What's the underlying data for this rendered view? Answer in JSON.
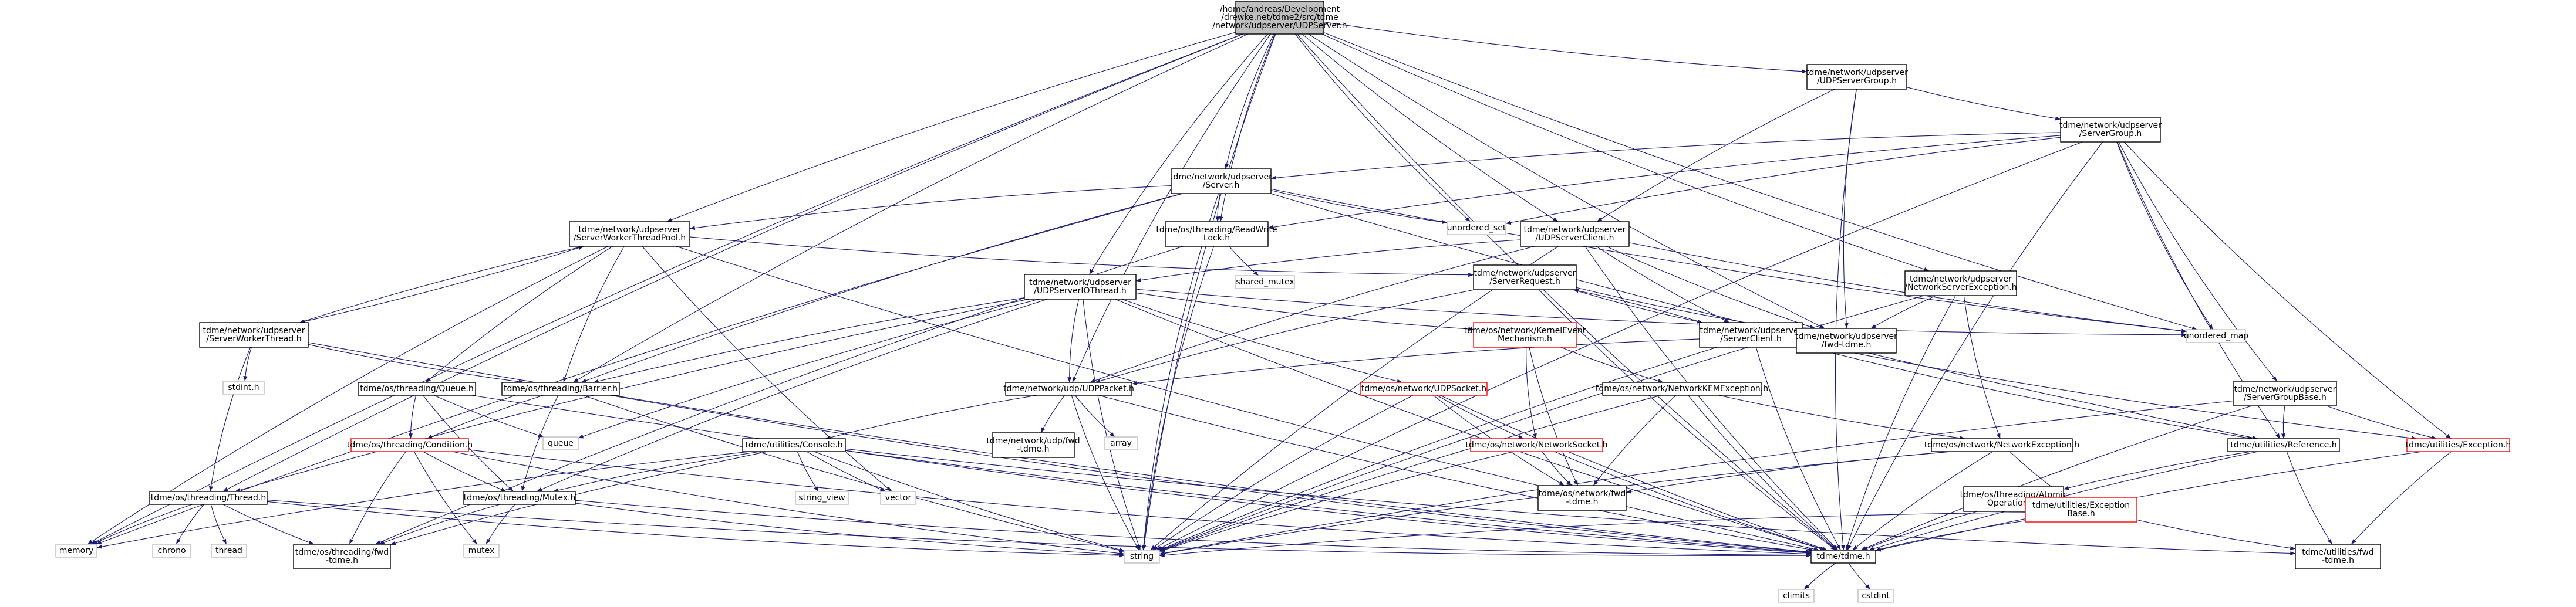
{
  "nodes": [
    {
      "id": "root",
      "lines": [
        "/home/andreas/Development",
        "/drewke.net/tdme2/src/tdme",
        "/network/udpserver/UDPServer.h"
      ],
      "kind": "root"
    },
    {
      "id": "udpservergroup",
      "lines": [
        "tdme/network/udpserver",
        "/UDPServerGroup.h"
      ],
      "kind": "normal"
    },
    {
      "id": "servergroup",
      "lines": [
        "tdme/network/udpserver",
        "/ServerGroup.h"
      ],
      "kind": "normal"
    },
    {
      "id": "server",
      "lines": [
        "tdme/network/udpserver",
        "/Server.h"
      ],
      "kind": "normal"
    },
    {
      "id": "workerpool",
      "lines": [
        "tdme/network/udpserver",
        "/ServerWorkerThreadPool.h"
      ],
      "kind": "normal"
    },
    {
      "id": "rwlock",
      "lines": [
        "tdme/os/threading/ReadWrite",
        "Lock.h"
      ],
      "kind": "normal"
    },
    {
      "id": "udpserverclient",
      "lines": [
        "tdme/network/udpserver",
        "/UDPServerClient.h"
      ],
      "kind": "normal"
    },
    {
      "id": "udpserverio",
      "lines": [
        "tdme/network/udpserver",
        "/UDPServerIOThread.h"
      ],
      "kind": "normal"
    },
    {
      "id": "serverrequest",
      "lines": [
        "tdme/network/udpserver",
        "/ServerRequest.h"
      ],
      "kind": "normal"
    },
    {
      "id": "netserverexc",
      "lines": [
        "tdme/network/udpserver",
        "/NetworkServerException.h"
      ],
      "kind": "normal"
    },
    {
      "id": "workerthread",
      "lines": [
        "tdme/network/udpserver",
        "/ServerWorkerThread.h"
      ],
      "kind": "normal"
    },
    {
      "id": "queue_h",
      "lines": [
        "tdme/os/threading/Queue.h"
      ],
      "kind": "normal"
    },
    {
      "id": "barrier",
      "lines": [
        "tdme/os/threading/Barrier.h"
      ],
      "kind": "normal"
    },
    {
      "id": "kernelevent",
      "lines": [
        "tdme/os/network/KernelEvent",
        "Mechanism.h"
      ],
      "kind": "red"
    },
    {
      "id": "serverclient",
      "lines": [
        "tdme/network/udpserver",
        "/ServerClient.h"
      ],
      "kind": "normal"
    },
    {
      "id": "fwdtdme_udpserver",
      "lines": [
        "tdme/network/udpserver",
        "/fwd-tdme.h"
      ],
      "kind": "normal"
    },
    {
      "id": "servergroupbase",
      "lines": [
        "tdme/network/udpserver",
        "/ServerGroupBase.h"
      ],
      "kind": "normal"
    },
    {
      "id": "udpsocket",
      "lines": [
        "tdme/os/network/UDPSocket.h"
      ],
      "kind": "red"
    },
    {
      "id": "netkemexc",
      "lines": [
        "tdme/os/network/NetworkKEMException.h"
      ],
      "kind": "normal"
    },
    {
      "id": "udppacket",
      "lines": [
        "tdme/network/udp/UDPPacket.h"
      ],
      "kind": "normal"
    },
    {
      "id": "condition",
      "lines": [
        "tdme/os/threading/Condition.h"
      ],
      "kind": "red"
    },
    {
      "id": "console",
      "lines": [
        "tdme/utilities/Console.h"
      ],
      "kind": "normal"
    },
    {
      "id": "networksocket",
      "lines": [
        "tdme/os/network/NetworkSocket.h"
      ],
      "kind": "red"
    },
    {
      "id": "netexc",
      "lines": [
        "tdme/os/network/NetworkException.h"
      ],
      "kind": "normal"
    },
    {
      "id": "reference",
      "lines": [
        "tdme/utilities/Reference.h"
      ],
      "kind": "normal"
    },
    {
      "id": "utilexc",
      "lines": [
        "tdme/utilities/Exception.h"
      ],
      "kind": "red"
    },
    {
      "id": "fwdtdme_udp",
      "lines": [
        "tdme/network/udp/fwd",
        "-tdme.h"
      ],
      "kind": "normal"
    },
    {
      "id": "thread",
      "lines": [
        "tdme/os/threading/Thread.h"
      ],
      "kind": "normal"
    },
    {
      "id": "mutex_h",
      "lines": [
        "tdme/os/threading/Mutex.h"
      ],
      "kind": "normal"
    },
    {
      "id": "fwdtdme_osnet",
      "lines": [
        "tdme/os/network/fwd",
        "-tdme.h"
      ],
      "kind": "normal"
    },
    {
      "id": "atomic",
      "lines": [
        "tdme/os/threading/Atomic",
        "Operations.h"
      ],
      "kind": "normal"
    },
    {
      "id": "excbase",
      "lines": [
        "tdme/utilities/Exception",
        "Base.h"
      ],
      "kind": "red"
    },
    {
      "id": "fwdtdme_thr",
      "lines": [
        "tdme/os/threading/fwd",
        "-tdme.h"
      ],
      "kind": "normal"
    },
    {
      "id": "tdme_h",
      "lines": [
        "tdme/tdme.h"
      ],
      "kind": "normal"
    },
    {
      "id": "fwdtdme_util",
      "lines": [
        "tdme/utilities/fwd",
        "-tdme.h"
      ],
      "kind": "normal"
    },
    {
      "id": "unordered_set",
      "lines": [
        "unordered_set"
      ],
      "kind": "ext"
    },
    {
      "id": "unordered_map",
      "lines": [
        "unordered_map"
      ],
      "kind": "ext"
    },
    {
      "id": "shared_mutex",
      "lines": [
        "shared_mutex"
      ],
      "kind": "ext"
    },
    {
      "id": "stdint",
      "lines": [
        "stdint.h"
      ],
      "kind": "ext"
    },
    {
      "id": "queue",
      "lines": [
        "queue"
      ],
      "kind": "ext"
    },
    {
      "id": "array",
      "lines": [
        "array"
      ],
      "kind": "ext"
    },
    {
      "id": "string_view",
      "lines": [
        "string_view"
      ],
      "kind": "ext"
    },
    {
      "id": "vector",
      "lines": [
        "vector"
      ],
      "kind": "ext"
    },
    {
      "id": "memory",
      "lines": [
        "memory"
      ],
      "kind": "ext"
    },
    {
      "id": "chrono",
      "lines": [
        "chrono"
      ],
      "kind": "ext"
    },
    {
      "id": "thread_std",
      "lines": [
        "thread"
      ],
      "kind": "ext"
    },
    {
      "id": "mutex",
      "lines": [
        "mutex"
      ],
      "kind": "ext"
    },
    {
      "id": "string",
      "lines": [
        "string"
      ],
      "kind": "ext"
    },
    {
      "id": "climits",
      "lines": [
        "climits"
      ],
      "kind": "ext"
    },
    {
      "id": "cstdint",
      "lines": [
        "cstdint"
      ],
      "kind": "ext"
    }
  ],
  "edges": [
    [
      "root",
      "udpservergroup"
    ],
    [
      "root",
      "server"
    ],
    [
      "root",
      "workerpool"
    ],
    [
      "root",
      "rwlock"
    ],
    [
      "root",
      "udpserverclient"
    ],
    [
      "root",
      "udpserverio"
    ],
    [
      "root",
      "netserverexc"
    ],
    [
      "root",
      "barrier"
    ],
    [
      "root",
      "udppacket"
    ],
    [
      "root",
      "thread"
    ],
    [
      "root",
      "unordered_set"
    ],
    [
      "root",
      "unordered_map"
    ],
    [
      "root",
      "memory"
    ],
    [
      "root",
      "string"
    ],
    [
      "root",
      "tdme_h"
    ],
    [
      "root",
      "fwdtdme_udpserver"
    ],
    [
      "udpservergroup",
      "servergroup"
    ],
    [
      "udpservergroup",
      "udpserverclient"
    ],
    [
      "udpservergroup",
      "fwdtdme_udpserver"
    ],
    [
      "udpservergroup",
      "tdme_h"
    ],
    [
      "servergroup",
      "server"
    ],
    [
      "servergroup",
      "rwlock"
    ],
    [
      "servergroup",
      "servergroupbase"
    ],
    [
      "servergroup",
      "reference"
    ],
    [
      "servergroup",
      "utilexc"
    ],
    [
      "servergroup",
      "unordered_set"
    ],
    [
      "servergroup",
      "unordered_map"
    ],
    [
      "servergroup",
      "string"
    ],
    [
      "servergroup",
      "tdme_h"
    ],
    [
      "server",
      "workerpool"
    ],
    [
      "server",
      "rwlock"
    ],
    [
      "server",
      "barrier"
    ],
    [
      "server",
      "reference"
    ],
    [
      "server",
      "unordered_set"
    ],
    [
      "server",
      "unordered_map"
    ],
    [
      "server",
      "memory"
    ],
    [
      "server",
      "string"
    ],
    [
      "workerpool",
      "workerthread"
    ],
    [
      "workerpool",
      "queue_h"
    ],
    [
      "workerpool",
      "barrier"
    ],
    [
      "workerpool",
      "serverrequest"
    ],
    [
      "workerpool",
      "vector"
    ],
    [
      "workerpool",
      "memory"
    ],
    [
      "workerpool",
      "tdme_h"
    ],
    [
      "rwlock",
      "shared_mutex"
    ],
    [
      "rwlock",
      "fwdtdme_thr"
    ],
    [
      "rwlock",
      "string"
    ],
    [
      "udpserverclient",
      "udpserverio"
    ],
    [
      "udpserverclient",
      "serverclient"
    ],
    [
      "udpserverclient",
      "udppacket"
    ],
    [
      "udpserverclient",
      "fwdtdme_udpserver"
    ],
    [
      "udpserverclient",
      "string"
    ],
    [
      "udpserverclient",
      "tdme_h"
    ],
    [
      "udpserverclient",
      "unordered_map"
    ],
    [
      "udpserverio",
      "kernelevent"
    ],
    [
      "udpserverio",
      "udpsocket"
    ],
    [
      "udpserverio",
      "udppacket"
    ],
    [
      "udpserverio",
      "barrier"
    ],
    [
      "udpserverio",
      "thread"
    ],
    [
      "udpserverio",
      "mutex_h"
    ],
    [
      "udpserverio",
      "queue"
    ],
    [
      "udpserverio",
      "unordered_map"
    ],
    [
      "udpserverio",
      "string"
    ],
    [
      "udpserverio",
      "tdme_h"
    ],
    [
      "serverrequest",
      "serverclient"
    ],
    [
      "serverrequest",
      "udppacket"
    ],
    [
      "serverrequest",
      "fwdtdme_udpserver"
    ],
    [
      "serverrequest",
      "tdme_h"
    ],
    [
      "netserverexc",
      "netexc"
    ],
    [
      "netserverexc",
      "fwdtdme_udpserver"
    ],
    [
      "netserverexc",
      "string"
    ],
    [
      "netserverexc",
      "tdme_h"
    ],
    [
      "workerthread",
      "thread"
    ],
    [
      "workerthread",
      "barrier"
    ],
    [
      "workerthread",
      "workerpool"
    ],
    [
      "workerthread",
      "stdint"
    ],
    [
      "workerthread",
      "tdme_h"
    ],
    [
      "queue_h",
      "condition"
    ],
    [
      "queue_h",
      "mutex_h"
    ],
    [
      "queue_h",
      "queue"
    ],
    [
      "queue_h",
      "tdme_h"
    ],
    [
      "barrier",
      "condition"
    ],
    [
      "barrier",
      "mutex_h"
    ],
    [
      "barrier",
      "string"
    ],
    [
      "barrier",
      "tdme_h"
    ],
    [
      "kernelevent",
      "netkemexc"
    ],
    [
      "kernelevent",
      "networksocket"
    ],
    [
      "kernelevent",
      "fwdtdme_osnet"
    ],
    [
      "serverclient",
      "udppacket"
    ],
    [
      "serverclient",
      "reference"
    ],
    [
      "serverclient",
      "utilexc"
    ],
    [
      "serverclient",
      "string"
    ],
    [
      "serverclient",
      "tdme_h"
    ],
    [
      "serverclient",
      "serverrequest"
    ],
    [
      "servergroupbase",
      "reference"
    ],
    [
      "servergroupbase",
      "utilexc"
    ],
    [
      "servergroupbase",
      "string"
    ],
    [
      "servergroupbase",
      "tdme_h"
    ],
    [
      "udpsocket",
      "networksocket"
    ],
    [
      "udpsocket",
      "fwdtdme_osnet"
    ],
    [
      "udpsocket",
      "string"
    ],
    [
      "udpsocket",
      "tdme_h"
    ],
    [
      "netkemexc",
      "netexc"
    ],
    [
      "netkemexc",
      "fwdtdme_osnet"
    ],
    [
      "netkemexc",
      "string"
    ],
    [
      "netkemexc",
      "tdme_h"
    ],
    [
      "udppacket",
      "fwdtdme_udp"
    ],
    [
      "udppacket",
      "console"
    ],
    [
      "udppacket",
      "array"
    ],
    [
      "udppacket",
      "string"
    ],
    [
      "udppacket",
      "tdme_h"
    ],
    [
      "condition",
      "mutex_h"
    ],
    [
      "condition",
      "mutex"
    ],
    [
      "condition",
      "fwdtdme_thr"
    ],
    [
      "condition",
      "string"
    ],
    [
      "condition",
      "tdme_h"
    ],
    [
      "console",
      "mutex_h"
    ],
    [
      "console",
      "string_view"
    ],
    [
      "console",
      "vector"
    ],
    [
      "console",
      "memory"
    ],
    [
      "console",
      "string"
    ],
    [
      "console",
      "tdme_h"
    ],
    [
      "console",
      "fwdtdme_util"
    ],
    [
      "console",
      "fwdtdme_thr"
    ],
    [
      "networksocket",
      "fwdtdme_osnet"
    ],
    [
      "networksocket",
      "string"
    ],
    [
      "networksocket",
      "tdme_h"
    ],
    [
      "netexc",
      "excbase"
    ],
    [
      "netexc",
      "fwdtdme_osnet"
    ],
    [
      "netexc",
      "string"
    ],
    [
      "netexc",
      "tdme_h"
    ],
    [
      "reference",
      "atomic"
    ],
    [
      "reference",
      "fwdtdme_util"
    ],
    [
      "reference",
      "tdme_h"
    ],
    [
      "utilexc",
      "fwdtdme_util"
    ],
    [
      "utilexc",
      "tdme_h"
    ],
    [
      "thread",
      "chrono"
    ],
    [
      "thread",
      "thread_std"
    ],
    [
      "thread",
      "memory"
    ],
    [
      "thread",
      "string"
    ],
    [
      "thread",
      "fwdtdme_thr"
    ],
    [
      "thread",
      "tdme_h"
    ],
    [
      "mutex_h",
      "mutex"
    ],
    [
      "mutex_h",
      "fwdtdme_thr"
    ],
    [
      "mutex_h",
      "string"
    ],
    [
      "mutex_h",
      "tdme_h"
    ],
    [
      "atomic",
      "tdme_h"
    ],
    [
      "excbase",
      "string"
    ],
    [
      "excbase",
      "tdme_h"
    ],
    [
      "excbase",
      "fwdtdme_util"
    ],
    [
      "tdme_h",
      "climits"
    ],
    [
      "tdme_h",
      "cstdint"
    ]
  ]
}
